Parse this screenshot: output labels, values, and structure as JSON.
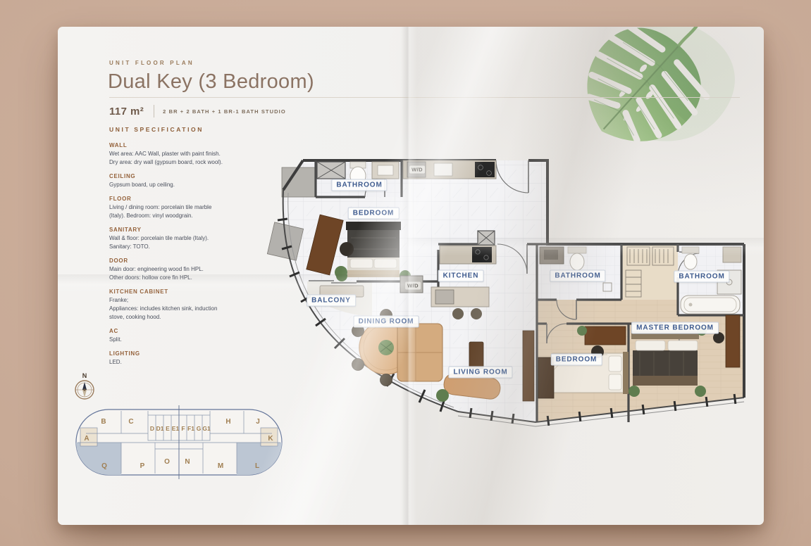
{
  "page": {
    "eyebrow": "UNIT FLOOR PLAN",
    "title": "Dual Key (3 Bedroom)",
    "area_value": "117 m²",
    "area_caption": "2 BR + 2 BATH + 1 BR-1 BATH STUDIO"
  },
  "spec": {
    "heading": "UNIT SPECIFICATION",
    "sections": [
      {
        "heading": "WALL",
        "lines": [
          "Wet area: AAC Wall, plaster with paint finish.",
          "Dry area: dry wall (gypsum board, rock wool)."
        ]
      },
      {
        "heading": "CEILING",
        "lines": [
          "Gypsum board, up ceiling."
        ]
      },
      {
        "heading": "FLOOR",
        "lines": [
          "Living / dining room: porcelain tile marble",
          "(Italy). Bedroom: vinyl woodgrain."
        ]
      },
      {
        "heading": "SANITARY",
        "lines": [
          "Wall & floor: porcelain tile marble (Italy).",
          "Sanitary: TOTO."
        ]
      },
      {
        "heading": "DOOR",
        "lines": [
          "Main door: engineering wood fin HPL.",
          "Other doors: hollow core fin HPL."
        ]
      },
      {
        "heading": "KITCHEN CABINET",
        "lines": [
          "Franke;",
          "Appliances: includes kitchen sink, induction",
          "stove, cooking hood."
        ]
      },
      {
        "heading": "AC",
        "lines": [
          "Split."
        ]
      },
      {
        "heading": "LIGHTING",
        "lines": [
          "LED."
        ]
      }
    ]
  },
  "floorplan": {
    "labels": {
      "bathroom_studio": "BATHROOM",
      "bedroom_studio": "BEDROOM",
      "wd_top": "W/D",
      "kitchen": "KITCHEN",
      "wd_mid": "W/D",
      "balcony": "BALCONY",
      "dining": "DINING ROOM",
      "living": "LIVING ROOM",
      "bathroom_mid": "BATHROOM",
      "bathroom_right": "BATHROOM",
      "master": "MASTER BEDROOM",
      "bedroom_right": "BEDROOM"
    }
  },
  "keyplan": {
    "compass_label": "N",
    "top_row": [
      "A",
      "B",
      "C",
      "D",
      "D1",
      "E",
      "E1",
      "F",
      "F1",
      "G",
      "G1",
      "H",
      "J",
      "K"
    ],
    "bottom_row": [
      "Q",
      "P",
      "O",
      "N",
      "M",
      "L"
    ],
    "highlighted_units": [
      "Q",
      "L"
    ]
  },
  "colors": {
    "background": "#c7a995",
    "paper": "#f2f1ef",
    "title_brown": "#8b7363",
    "spec_heading": "#94613a",
    "spec_body": "#4a4f5c",
    "label_navy": "#3d5a8e",
    "keyplan_outline": "#64759a",
    "keyplan_letter": "#a07f52",
    "keyplan_highlight": "#bcc6d3",
    "leaf_green": "#82b06a"
  }
}
